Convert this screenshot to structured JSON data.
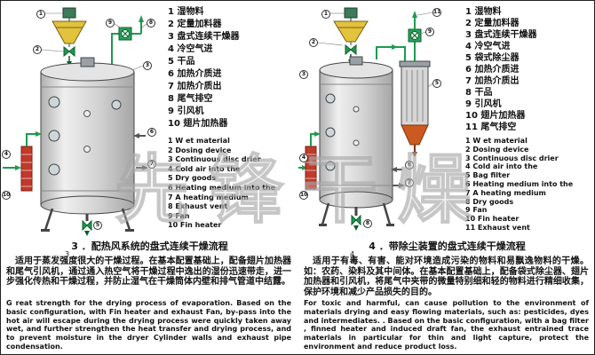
{
  "watermark": "先锋干燥",
  "diagrams": [
    {
      "caption": "3 ．配热风系统的盘式连续干燥流程",
      "fig_num": "3",
      "legend_cn": [
        "1 湿物料",
        "2 定量加料器",
        "3 盘式连续干燥器",
        "4 冷空气进",
        "5 干品",
        "6 加热介质进",
        "7 加热介质出",
        "8 尾气排空",
        "9 引风机",
        "10 翅片加热器"
      ],
      "legend_en": [
        "1 W et material",
        "2 Dosing device",
        "3 Continuous disc drier",
        "4 Cold air into the",
        "5 Dry goods",
        "6 Heating medium into the",
        "7 A heating medium",
        "8 Exhaust vent",
        "9 Fan",
        "10 Fin heater"
      ],
      "callouts": [
        "1",
        "2",
        "3",
        "4",
        "5",
        "6",
        "7",
        "8",
        "9",
        "10"
      ],
      "paragraph_cn": "适用于蒸发强度很大的干燥过程。在基本配置基础上，配备翅片加热器和尾气引风机，通过通入热空气将干燥过程中逸出的湿份迅速带走，进一步强化传热和干燥过程，并防止湿气在干燥筒体内壁和排气管道中结露。",
      "paragraph_en": "G reat strength for the drying process of evaporation. Based on the basic configuration, with Fin heater and exhaust Fan, by-pass into the hot air will escape during the drying process were quickly taken away wet, and further strengthen the heat transfer and drying process, and to prevent moisture in the dryer Cylinder walls and exhaust pipe condensation."
    },
    {
      "caption": "4 ．带除尘装置的盘式连续干燥流程",
      "fig_num": "4",
      "legend_cn": [
        "1 湿物料",
        "2 定量加料器",
        "3 盘式连续干燥器",
        "4 冷空气进",
        "5 袋式除尘器",
        "6 加热介质进",
        "7 加热介质出",
        "8 干品",
        "9 引风机",
        "10 翅片加热器",
        "11 尾气排空"
      ],
      "legend_en": [
        "1 W et material",
        "2 Dosing device",
        "3 Continuous disc drier",
        "4 Cold air into the",
        "5 Bag filter",
        "6 Heating medium into the",
        "7 A heating medium",
        "8 Dry goods",
        "9 Fan",
        "10 Fin heater",
        "11 Exhaust vent"
      ],
      "callouts": [
        "1",
        "2",
        "3",
        "4",
        "5",
        "6",
        "7",
        "8",
        "9",
        "10",
        "11"
      ],
      "paragraph_cn": "适用于有毒、有害、能对环境造成污染的物料和易飘逸物料的干燥。如：农药、染料及其中间体。在基本配置基础上，配备袋式除尘器、翅片加热器和引风机，将尾气中夹带的微量特别细和轻的物料进行精细收集，保护环境和减少产品损失的目的。",
      "paragraph_en": "For toxic and harmful, can cause pollution to the environment of materials drying and easy flowing materials, such as: pesticides, dyes and intermediates. . Based on the basic configuration, with a bag filter , finned heater and induced draft fan, the exhaust entrained trace materials in particular for thin and light capture, protect the environment and reduce product loss."
    }
  ]
}
